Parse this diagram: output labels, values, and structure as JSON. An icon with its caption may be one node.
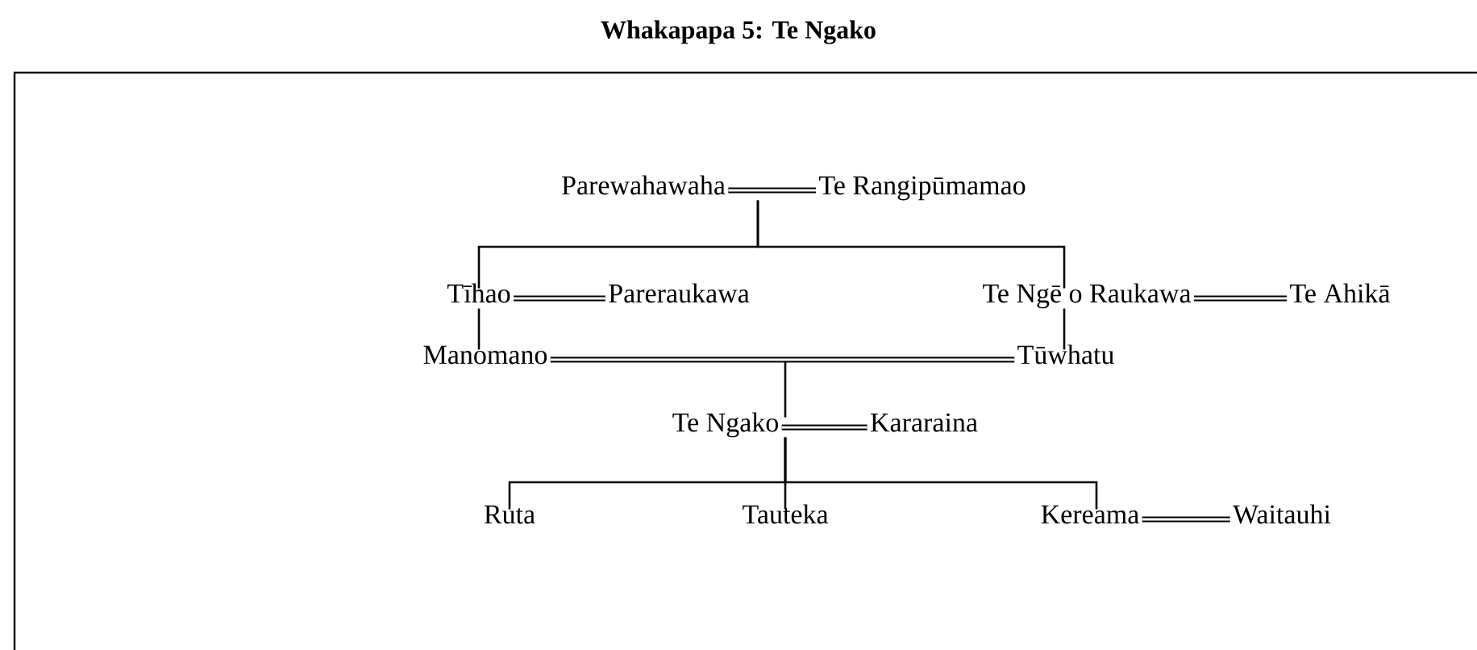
{
  "diagram": {
    "title": "Whakapapa 5: Te Ngako",
    "nodes": [
      {
        "text": [
          "Parewahawaha"
        ]
      },
      {
        "text": [
          "Te Rangipūmamao"
        ]
      },
      {
        "text": [
          "Tīhao"
        ]
      },
      {
        "text": [
          "Pareraukawa"
        ]
      },
      {
        "text": [
          "Te Ngē o Raukawa"
        ]
      },
      {
        "text": [
          "Te Ahikā"
        ]
      },
      {
        "text": [
          "Manomano"
        ]
      },
      {
        "text": [
          "Tūwhatu"
        ]
      },
      {
        "text": [
          "Te Ngako"
        ]
      },
      {
        "text": [
          "Kararaina"
        ]
      },
      {
        "text": [
          "Ruta"
        ]
      },
      {
        "text": [
          "Tauteka"
        ]
      },
      {
        "text": [
          "Kereama"
        ]
      },
      {
        "text": [
          "Waitauhi"
        ]
      }
    ],
    "edges": [
      {
        "from": 0,
        "to": 1,
        "arrow": "none",
        "style": "thick"
      },
      {
        "from": 0,
        "to": 2,
        "arrow": "none"
      },
      {
        "from": 0,
        "to": 4,
        "arrow": "none"
      },
      {
        "from": 2,
        "to": 3,
        "arrow": "none",
        "style": "thick"
      },
      {
        "from": 4,
        "to": 5,
        "arrow": "none",
        "style": "thick"
      },
      {
        "from": 2,
        "to": 6,
        "arrow": "none"
      },
      {
        "from": 4,
        "to": 7,
        "arrow": "none"
      },
      {
        "from": 6,
        "to": 7,
        "arrow": "none",
        "style": "thick"
      },
      {
        "from": 6,
        "to": 8,
        "arrow": "none"
      },
      {
        "from": 8,
        "to": 9,
        "arrow": "none",
        "style": "thick"
      },
      {
        "from": 8,
        "to": 10,
        "arrow": "none"
      },
      {
        "from": 8,
        "to": 11,
        "arrow": "none"
      },
      {
        "from": 8,
        "to": 12,
        "arrow": "none"
      },
      {
        "from": 12,
        "to": 13,
        "arrow": "none",
        "style": "thick"
      }
    ]
  }
}
